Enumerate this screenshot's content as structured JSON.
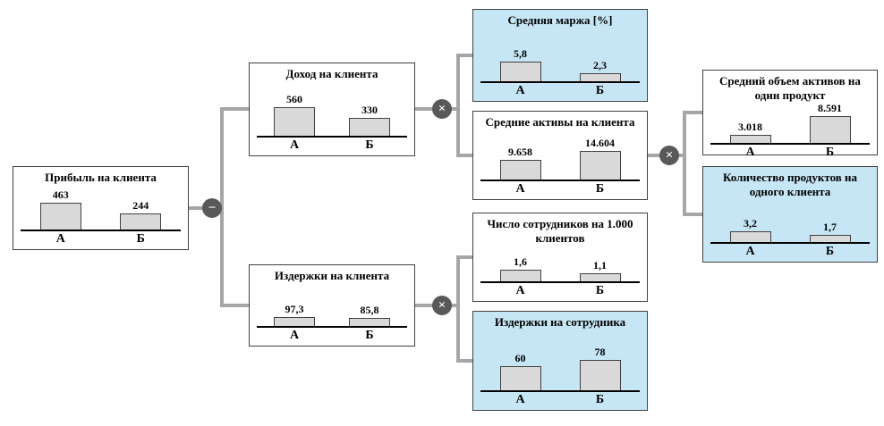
{
  "colors": {
    "box_border": "#404040",
    "box_bg": "#ffffff",
    "box_bg_highlight": "#c6e6f5",
    "bar_fill": "#d9d9d9",
    "axis": "#000000",
    "connector": "#a6a6a6",
    "operator_bg": "#595959",
    "operator_fg": "#ffffff"
  },
  "operators": {
    "minus": "−",
    "times": "×"
  },
  "nodes": [
    {
      "id": "profit-per-client",
      "title": "Прибыль на клиента",
      "highlight": false,
      "bars": [
        {
          "label": "А",
          "value": "463",
          "num": 463,
          "h": 30
        },
        {
          "label": "Б",
          "value": "244",
          "num": 244,
          "h": 18
        }
      ]
    },
    {
      "id": "revenue-per-client",
      "title": "Доход на клиента",
      "highlight": false,
      "bars": [
        {
          "label": "А",
          "value": "560",
          "num": 560,
          "h": 32
        },
        {
          "label": "Б",
          "value": "330",
          "num": 330,
          "h": 20
        }
      ]
    },
    {
      "id": "average-margin",
      "title": "Средняя маржа [%]",
      "highlight": true,
      "bars": [
        {
          "label": "А",
          "value": "5,8",
          "num": 5.8,
          "h": 22
        },
        {
          "label": "Б",
          "value": "2,3",
          "num": 2.3,
          "h": 9
        }
      ]
    },
    {
      "id": "average-assets-per-client",
      "title": "Средние активы на клиента",
      "highlight": false,
      "bars": [
        {
          "label": "А",
          "value": "9.658",
          "num": 9658,
          "h": 22
        },
        {
          "label": "Б",
          "value": "14.604",
          "num": 14604,
          "h": 32
        }
      ]
    },
    {
      "id": "average-assets-per-product",
      "title": "Средний объем активов на один продукт",
      "highlight": false,
      "bars": [
        {
          "label": "А",
          "value": "3.018",
          "num": 3018,
          "h": 9
        },
        {
          "label": "Б",
          "value": "8.591",
          "num": 8591,
          "h": 30
        }
      ]
    },
    {
      "id": "products-per-client",
      "title": "Количество продуктов на одного клиента",
      "highlight": true,
      "bars": [
        {
          "label": "А",
          "value": "3,2",
          "num": 3.2,
          "h": 12
        },
        {
          "label": "Б",
          "value": "1,7",
          "num": 1.7,
          "h": 8
        }
      ]
    },
    {
      "id": "costs-per-client",
      "title": "Издержки на клиента",
      "highlight": false,
      "bars": [
        {
          "label": "А",
          "value": "97,3",
          "num": 97.3,
          "h": 10
        },
        {
          "label": "Б",
          "value": "85,8",
          "num": 85.8,
          "h": 9
        }
      ]
    },
    {
      "id": "employees-per-1000-clients",
      "title": "Число сотрудников на 1.000 клиентов",
      "highlight": false,
      "bars": [
        {
          "label": "А",
          "value": "1,6",
          "num": 1.6,
          "h": 13
        },
        {
          "label": "Б",
          "value": "1,1",
          "num": 1.1,
          "h": 9
        }
      ]
    },
    {
      "id": "costs-per-employee",
      "title": "Издержки на сотрудника",
      "highlight": true,
      "bars": [
        {
          "label": "А",
          "value": "60",
          "num": 60,
          "h": 27
        },
        {
          "label": "Б",
          "value": "78",
          "num": 78,
          "h": 34
        }
      ]
    }
  ]
}
